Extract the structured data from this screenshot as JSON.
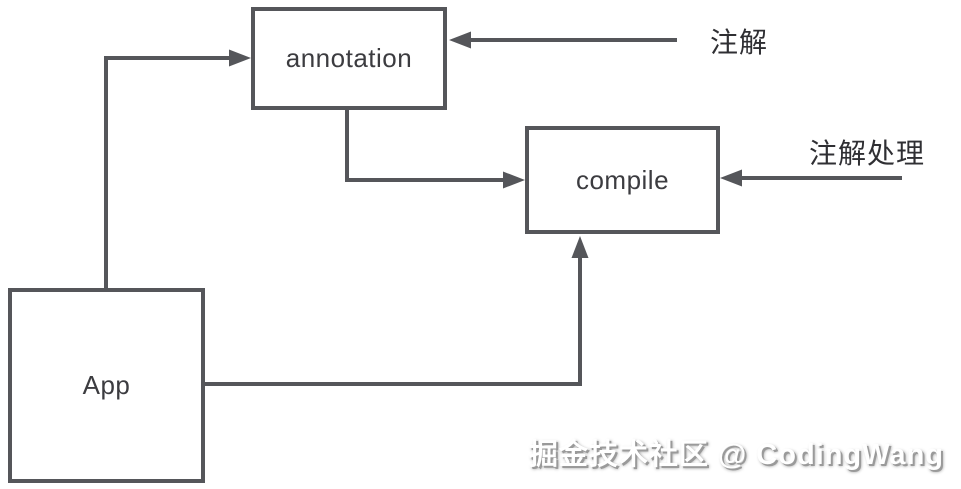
{
  "nodes": {
    "annotation": {
      "label": "annotation"
    },
    "compile": {
      "label": "compile"
    },
    "app": {
      "label": "App"
    }
  },
  "labels": {
    "zhujie": "注解",
    "zhujie_chuli": "注解处理"
  },
  "edges": [
    {
      "from": "app",
      "to": "annotation"
    },
    {
      "from": "annotation",
      "to": "compile"
    },
    {
      "from": "app",
      "to": "compile"
    },
    {
      "from": "zhujie",
      "to": "annotation"
    },
    {
      "from": "zhujie_chuli",
      "to": "compile"
    }
  ],
  "watermark": "掘金技术社区 @ CodingWang",
  "colors": {
    "line": "#55565a",
    "node_text": "#3c3c40",
    "label_text": "#2f2f33",
    "background": "#ffffff",
    "watermark_fill": "#ffffff",
    "watermark_shadow": "#9a9a9a"
  }
}
